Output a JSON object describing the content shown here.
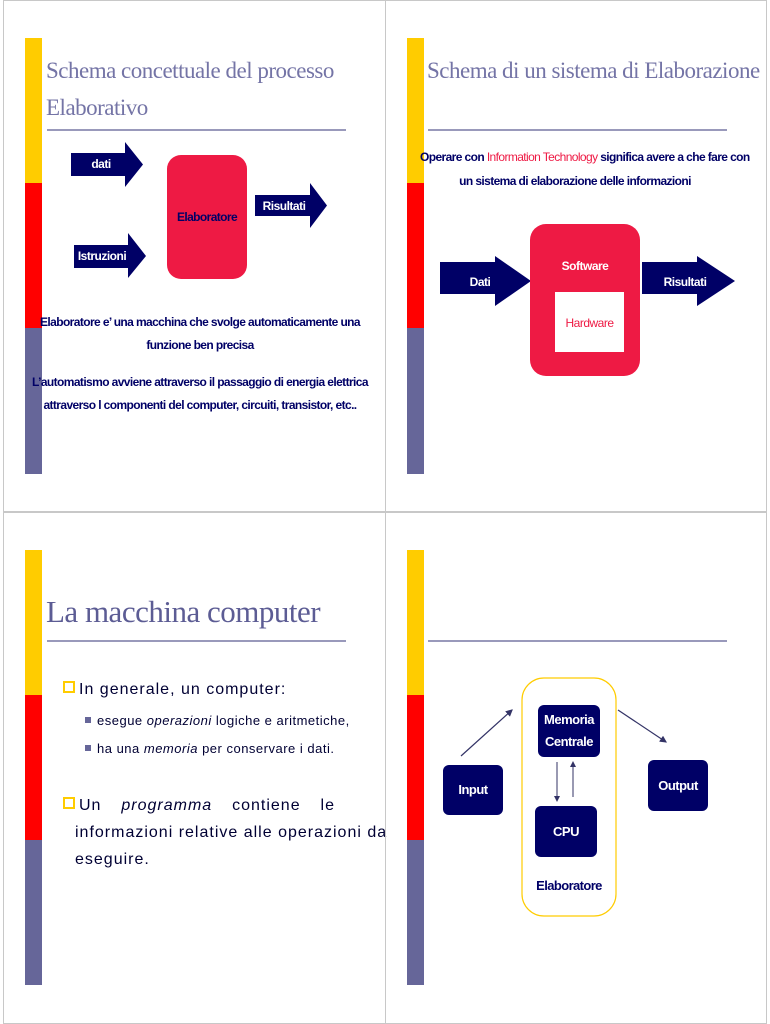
{
  "slides": [
    {
      "title_line1": "Schema concettuale del processo",
      "title_line2": "Elaborativo",
      "arrows": {
        "input1": "dati",
        "input2": "Istruzioni",
        "output": "Risultati"
      },
      "box": "Elaboratore",
      "text1_line1": "Elaboratore e’ una macchina che svolge automaticamente una",
      "text1_line2": "funzione ben precisa",
      "text2_line1": "L’automatismo avviene attraverso il passaggio di energia elettrica",
      "text2_line2": "attraverso l componenti del computer, circuiti, transistor, etc.."
    },
    {
      "title": "Schema di un sistema di Elaborazione",
      "intro_pre": "Operare con ",
      "intro_highlight": "Information Technology",
      "intro_post": " significa avere a che fare con",
      "intro_line2": "un sistema di elaborazione delle informazioni",
      "arrow_in": "Dati",
      "arrow_out": "Risultati",
      "software": "Software",
      "hardware": "Hardware"
    },
    {
      "title": "La macchina computer",
      "bullet1": "In generale, un computer:",
      "sub1_pre": "esegue ",
      "sub1_em": "operazioni",
      "sub1_post": " logiche e aritmetiche,",
      "sub2_pre": "ha una ",
      "sub2_em": "memoria",
      "sub2_post": " per conservare i dati.",
      "bullet2_w1": "Un",
      "bullet2_em": "programma",
      "bullet2_w3": "contiene",
      "bullet2_w4": "le",
      "bullet2_line2": "informazioni relative alle operazioni da",
      "bullet2_line3": "eseguire."
    },
    {
      "input": "Input",
      "memory": "Memoria Centrale",
      "cpu": "CPU",
      "output": "Output",
      "group": "Elaboratore"
    }
  ],
  "colors": {
    "yellow": "#ffcc00",
    "red": "#ff0000",
    "slate": "#666699",
    "navy": "#000066",
    "crimson": "#ee1a44"
  }
}
